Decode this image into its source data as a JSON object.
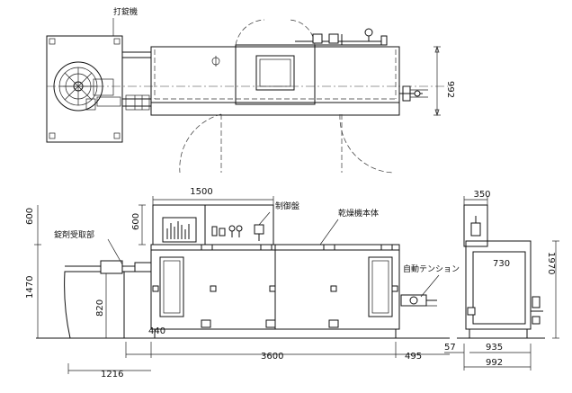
{
  "labels": {
    "winder": "打錠機",
    "control_panel": "制御盤",
    "dryer_body": "乾燥機本体",
    "receiver": "錠剤受取部",
    "auto_tension": "自動テンション"
  },
  "dimensions": {
    "top_height": "992",
    "panel_width": "1500",
    "cabinet_width": "350",
    "left_600_a": "600",
    "left_600_b": "600",
    "left_1470": "1470",
    "receiver_820": "820",
    "cabinet_730": "730",
    "right_1970": "1970",
    "d_440": "440",
    "d_3600": "3600",
    "d_495": "495",
    "d_57": "57",
    "d_935": "935",
    "d_992": "992",
    "d_1216": "1216"
  }
}
